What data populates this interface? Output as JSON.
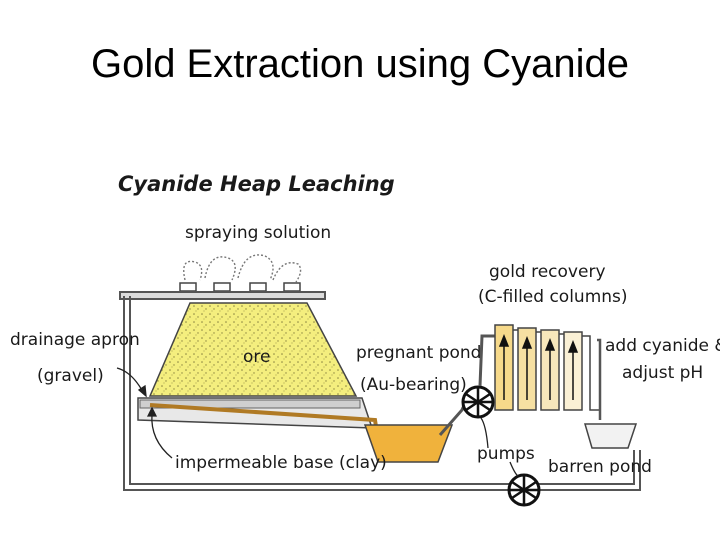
{
  "title": "Gold Extraction using Cyanide",
  "diagram": {
    "heading": "Cyanide Heap Leaching",
    "labels": {
      "spraying_solution": "spraying solution",
      "gold_recovery_1": "gold recovery",
      "gold_recovery_2": "(C-filled columns)",
      "drainage_apron_1": "drainage apron",
      "drainage_apron_2": "(gravel)",
      "ore": "ore",
      "pregnant_pond_1": "pregnant pond",
      "pregnant_pond_2": "(Au-bearing)",
      "add_cyanide_1": "add cyanide &",
      "add_cyanide_2": "adjust pH",
      "impermeable_base": "impermeable base (clay)",
      "pumps": "pumps",
      "barren_pond": "barren pond"
    },
    "colors": {
      "ore": "#f4ee7e",
      "pregnant_solution": "#f0b23c",
      "column_fill": "#f6d98a",
      "pipe": "#cfcfcf"
    }
  }
}
